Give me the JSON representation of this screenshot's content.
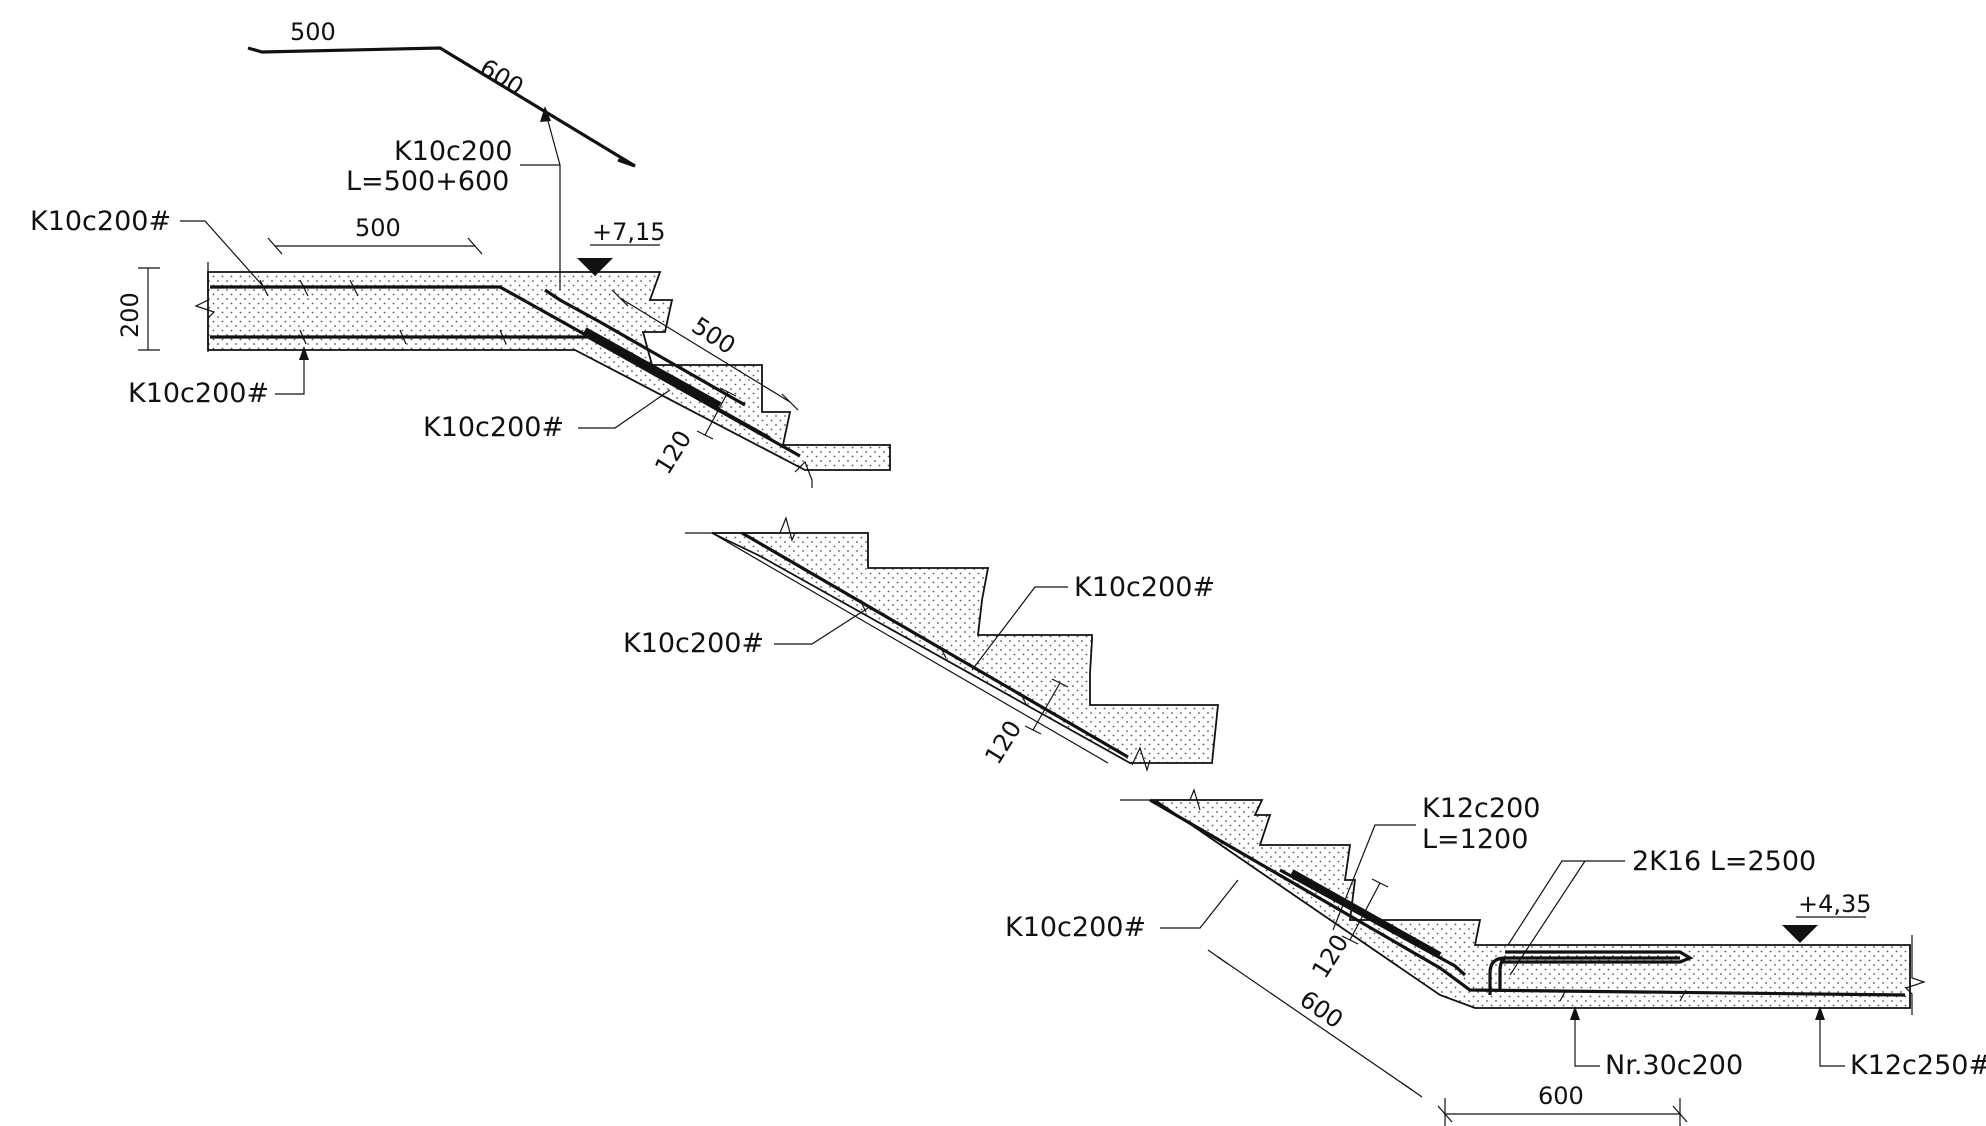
{
  "drawing": {
    "bar_shape": {
      "seg1": "500",
      "seg2": "600"
    },
    "labels": {
      "top_bend_bar_line1": "K10c200",
      "top_bend_bar_line2": "L=500+600",
      "upper_landing_top_mesh": "K10c200#",
      "upper_landing_bottom_mesh": "K10c200#",
      "upper_flight_mesh": "K10c200#",
      "middle_flight_top_mesh": "K10c200#",
      "middle_flight_bottom_mesh": "K10c200#",
      "lower_flight_mesh": "K10c200#",
      "lower_bend_bar_line1": "K12c200",
      "lower_bend_bar_line2": "L=1200",
      "longitudinal_bars": "2K16  L=2500",
      "stirrups": "Nr.30c200",
      "lower_landing_mesh": "K12c250#"
    },
    "levels": {
      "upper": "+7,15",
      "lower": "+4,35"
    },
    "dimensions": {
      "upper_bar_length": "500",
      "upper_slab_thickness": "200",
      "upper_flight_bar": "500",
      "upper_flight_thickness": "120",
      "middle_flight_thickness": "120",
      "lower_flight_thickness": "120",
      "lower_flight_bar": "600",
      "lower_landing_bar": "600"
    }
  }
}
